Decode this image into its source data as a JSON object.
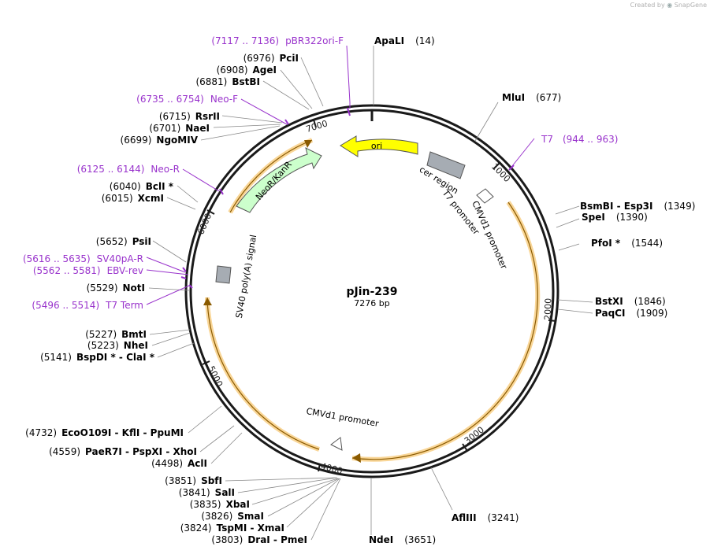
{
  "credit": {
    "prefix": "Created by",
    "brand": "SnapGene"
  },
  "plasmid": {
    "name": "pJin-239",
    "length_label": "7276 bp",
    "length": 7276
  },
  "ticks": [
    "1000",
    "2000",
    "3000",
    "4000",
    "5000",
    "6000",
    "7000"
  ],
  "enzymes": [
    {
      "label": "ApaLI",
      "pos": "(14)"
    },
    {
      "label": "MluI",
      "pos": "(677)"
    },
    {
      "label": "BsmBI  -  Esp3I",
      "pos": "(1349)"
    },
    {
      "label": "SpeI",
      "pos": "(1390)"
    },
    {
      "label": "PfoI *",
      "pos": "(1544)"
    },
    {
      "label": "BstXI",
      "pos": "(1846)"
    },
    {
      "label": "PaqCI",
      "pos": "(1909)"
    },
    {
      "label": "AflIII",
      "pos": "(3241)"
    },
    {
      "label": "NdeI",
      "pos": "(3651)"
    },
    {
      "label": "DraI  -  PmeI",
      "pos": "(3803)"
    },
    {
      "label": "TspMI  -  XmaI",
      "pos": "(3824)"
    },
    {
      "label": "SmaI",
      "pos": "(3826)"
    },
    {
      "label": "XbaI",
      "pos": "(3835)"
    },
    {
      "label": "SalI",
      "pos": "(3841)"
    },
    {
      "label": "SbfI",
      "pos": "(3851)"
    },
    {
      "label": "AclI",
      "pos": "(4498)"
    },
    {
      "label": "PaeR7I  -  PspXI  -  XhoI",
      "pos": "(4559)"
    },
    {
      "label": "EcoO109I  -  KflI  -  PpuMI",
      "pos": "(4732)"
    },
    {
      "label": "BspDI *  -  ClaI *",
      "pos": "(5141)"
    },
    {
      "label": "NheI",
      "pos": "(5223)"
    },
    {
      "label": "BmtI",
      "pos": "(5227)"
    },
    {
      "label": "NotI",
      "pos": "(5529)"
    },
    {
      "label": "PsiI",
      "pos": "(5652)"
    },
    {
      "label": "XcmI",
      "pos": "(6015)"
    },
    {
      "label": "BclI *",
      "pos": "(6040)"
    },
    {
      "label": "NgoMIV",
      "pos": "(6699)"
    },
    {
      "label": "NaeI",
      "pos": "(6701)"
    },
    {
      "label": "RsrII",
      "pos": "(6715)"
    },
    {
      "label": "BstBI",
      "pos": "(6881)"
    },
    {
      "label": "AgeI",
      "pos": "(6908)"
    },
    {
      "label": "PciI",
      "pos": "(6976)"
    }
  ],
  "primers": [
    {
      "label": "pBR322ori-F",
      "range": "(7117 .. 7136)"
    },
    {
      "label": "T7",
      "range": "(944 .. 963)"
    },
    {
      "label": "Neo-F",
      "range": "(6735 .. 6754)"
    },
    {
      "label": "Neo-R",
      "range": "(6125 .. 6144)"
    },
    {
      "label": "SV40pA-R",
      "range": "(5616 .. 5635)"
    },
    {
      "label": "EBV-rev",
      "range": "(5562 .. 5581)"
    },
    {
      "label": "T7 Term",
      "range": "(5496 .. 5514)"
    }
  ],
  "features": {
    "ori": "ori",
    "cer": "cer region",
    "t7_promoter": "T7 promoter",
    "cmv_top": "CMVd1 promoter",
    "cmv_bottom": "CMVd1 promoter",
    "neokan": "NeoR/KanR",
    "sv40": "SV40 poly(A) signal"
  },
  "colors": {
    "ring": "#1a1a1a",
    "ori": "#ffff00",
    "neokan": "#ccffcc",
    "misc": "#a6acb3",
    "orf_highlight": "#f6c56b",
    "primer": "#9933cc"
  }
}
